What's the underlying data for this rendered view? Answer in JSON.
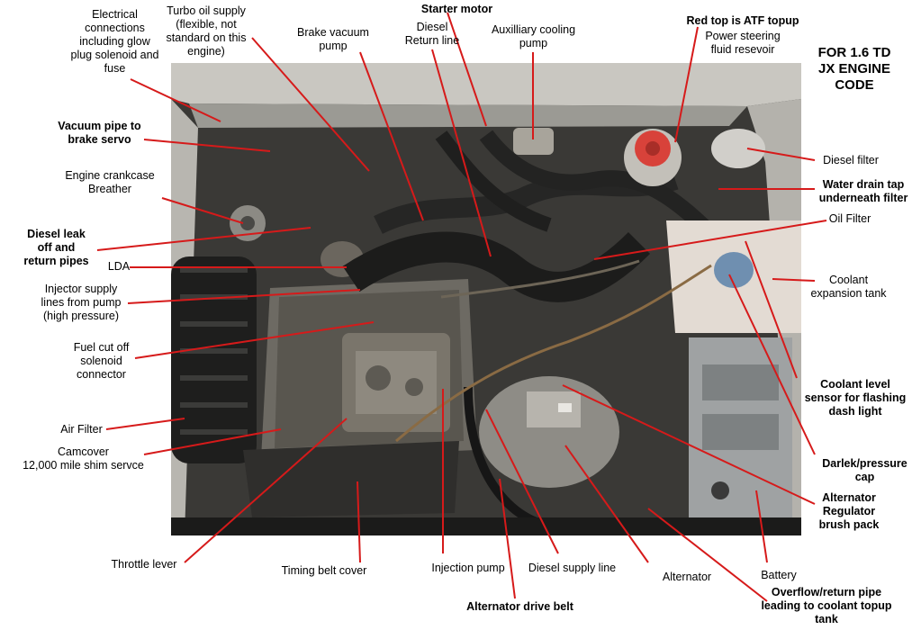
{
  "header": "FOR 1.6 TD\nJX ENGINE\nCODE",
  "labels": {
    "electrical": "Electrical\nconnections\nincluding glow\nplug solenoid and\nfuse",
    "turbo_oil": "Turbo oil supply\n(flexible, not\nstandard on this\nengine)",
    "brake_vacuum_pump": "Brake vacuum\npump",
    "starter_motor": "Starter motor",
    "diesel_return": "Diesel\nReturn line",
    "aux_cooling_pump": "Auxilliary cooling\npump",
    "red_top": "Red top is ATF topup",
    "power_steering": "Power steering\nfluid resevoir",
    "vacuum_pipe": "Vacuum pipe to\nbrake servo",
    "crankcase_breather": "Engine crankcase\nBreather",
    "diesel_leak": "Diesel leak\noff and\nreturn pipes",
    "lda": "LDA",
    "injector_supply": "Injector supply\nlines from pump\n(high pressure)",
    "fuel_cut_off": "Fuel cut off\nsolenoid\nconnector",
    "air_filter": "Air Filter",
    "camcover": "Camcover\n12,000 mile shim servce",
    "throttle_lever": "Throttle lever",
    "timing_belt": "Timing belt cover",
    "injection_pump": "Injection pump",
    "diesel_supply": "Diesel supply line",
    "alternator": "Alternator",
    "alternator_belt": "Alternator drive belt",
    "battery": "Battery",
    "overflow": "Overflow/return pipe\nleading to coolant topup\ntank",
    "diesel_filter": "Diesel filter",
    "water_drain": "Water drain tap\nunderneath filter",
    "oil_filter": "Oil Filter",
    "coolant_tank": "Coolant\nexpansion tank",
    "coolant_sensor": "Coolant level\nsensor for flashing\ndash light",
    "darlek_cap": "Darlek/pressure\ncap",
    "alt_regulator": "Alternator\nRegulator\nbrush pack"
  },
  "colors": {
    "leader": "#d61a1a",
    "engine_dark": "#2b2b2b",
    "engine_mid": "#4a4a48",
    "engine_light": "#8a8a86",
    "red_cap": "#d8423a",
    "coolant_tank": "#e8e2dc"
  }
}
